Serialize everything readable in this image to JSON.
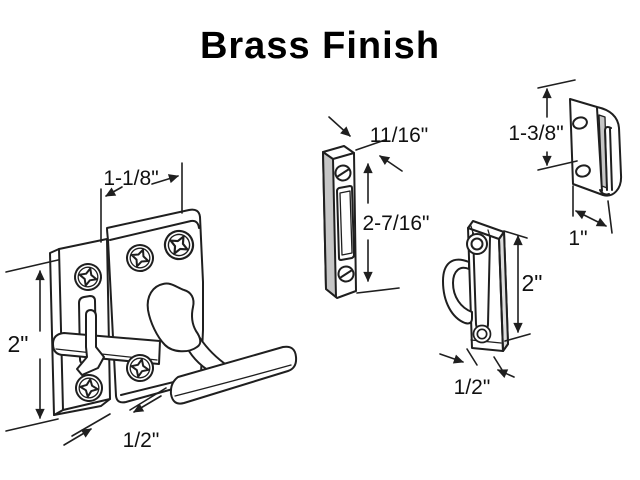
{
  "title": "Brass Finish",
  "colors": {
    "bg": "#ffffff",
    "line": "#1f1f1f",
    "shade": "#c6c6c6",
    "shade_light": "#dedede",
    "text": "#111111"
  },
  "parts": {
    "sash_latch": {
      "dim_width": "1-1/8\"",
      "dim_height": "2\"",
      "dim_depth": "1/2\""
    },
    "strike_plate": {
      "dim_width": "11/16\"",
      "dim_height": "2-7/16\""
    },
    "hook_keeper": {
      "dim_height": "1-3/8\"",
      "dim_width": "1\""
    },
    "latch_keeper": {
      "dim_height": "2\"",
      "dim_width": "1/2\""
    }
  }
}
